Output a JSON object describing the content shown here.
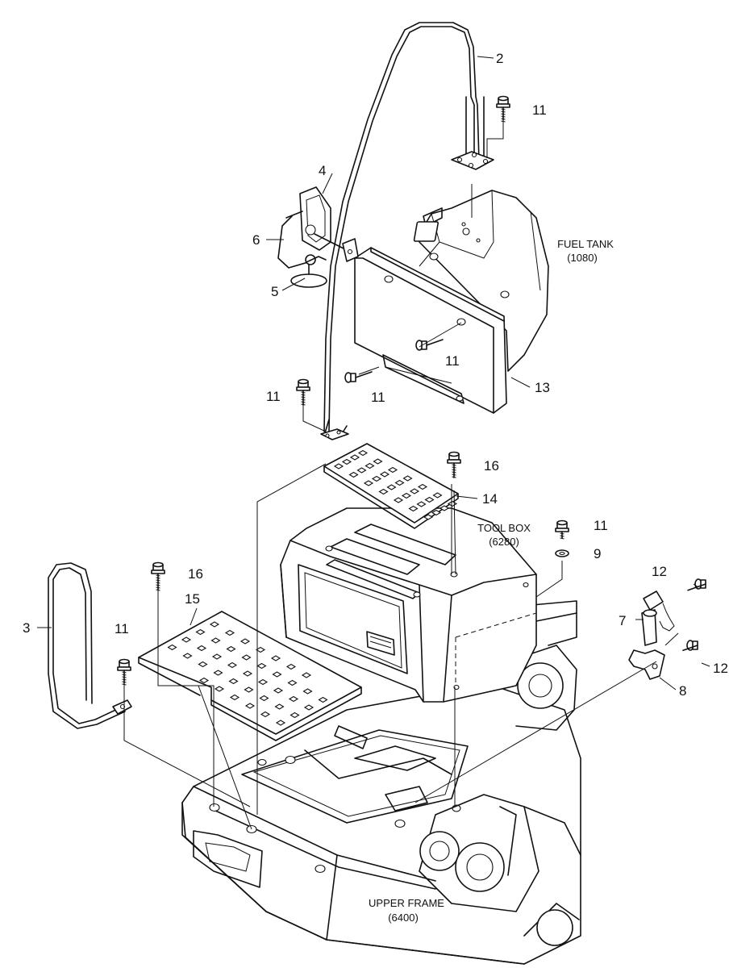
{
  "callouts": {
    "c2": "2",
    "c3": "3",
    "c4": "4",
    "c5": "5",
    "c6": "6",
    "c7": "7",
    "c8": "8",
    "c9": "9",
    "c11_a": "11",
    "c11_b": "11",
    "c11_c": "11",
    "c11_d": "11",
    "c11_e": "11",
    "c11_f": "11",
    "c12_a": "12",
    "c12_b": "12",
    "c13": "13",
    "c14": "14",
    "c15": "15",
    "c16_a": "16",
    "c16_b": "16"
  },
  "labels": {
    "fuel_tank": "FUEL TANK",
    "fuel_tank_code": "(1080)",
    "tool_box": "TOOL BOX",
    "tool_box_code": "(6280)",
    "upper_frame": "UPPER FRAME",
    "upper_frame_code": "(6400)"
  }
}
